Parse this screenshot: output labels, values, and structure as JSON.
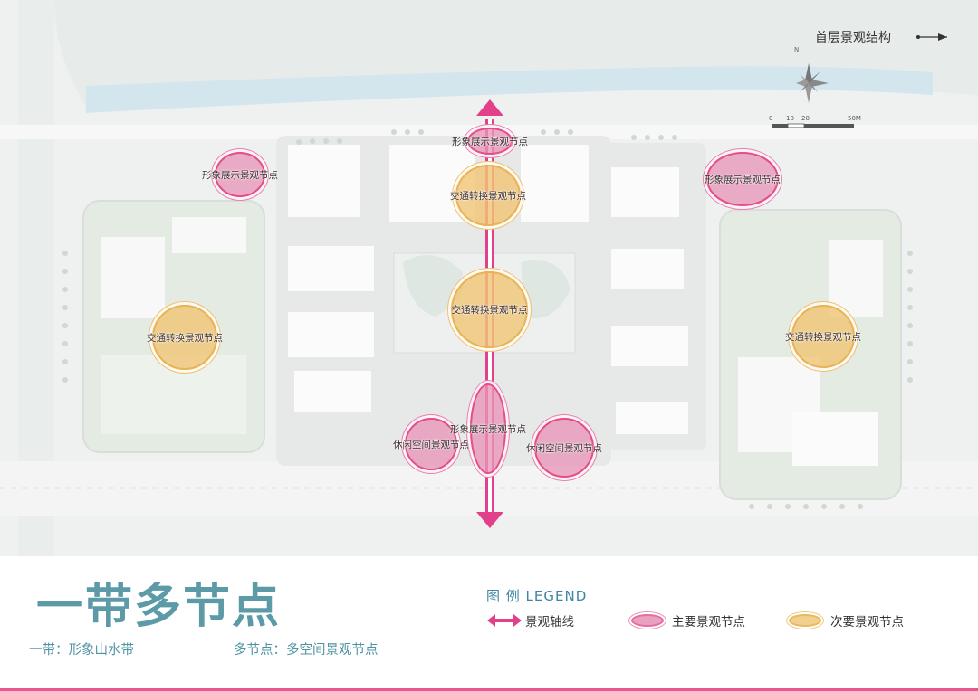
{
  "map": {
    "title": "首层景观结构",
    "north_label": "N",
    "scale_labels": [
      "0",
      "10",
      "20",
      "50M"
    ],
    "nodes": [
      {
        "label": "形象展示景观节点",
        "type": "primary"
      },
      {
        "label": "形象展示景观节点",
        "type": "primary"
      },
      {
        "label": "形象展示景观节点",
        "type": "primary"
      },
      {
        "label": "交通转换景观节点",
        "type": "secondary"
      },
      {
        "label": "交通转换景观节点",
        "type": "secondary"
      },
      {
        "label": "交通转换景观节点",
        "type": "secondary"
      },
      {
        "label": "交通转换景观节点",
        "type": "secondary"
      },
      {
        "label": "形象展示景观节点",
        "type": "primary"
      },
      {
        "label": "休闲空间景观节点",
        "type": "primary"
      },
      {
        "label": "休闲空间景观节点",
        "type": "primary"
      }
    ]
  },
  "heading": {
    "title": "一带多节点",
    "desc_band": "一带：形象山水带",
    "desc_nodes": "多节点：多空间景观节点"
  },
  "legend": {
    "title": "图  例  LEGEND",
    "items": [
      {
        "label": "景观轴线"
      },
      {
        "label": "主要景观节点"
      },
      {
        "label": "次要景观节点"
      }
    ]
  },
  "colors": {
    "axis": "#e2408a",
    "primary_fill": "#e896b9",
    "secondary_fill": "#f0c678",
    "title": "#5b9aa6",
    "legend_title": "#3d85a0"
  }
}
